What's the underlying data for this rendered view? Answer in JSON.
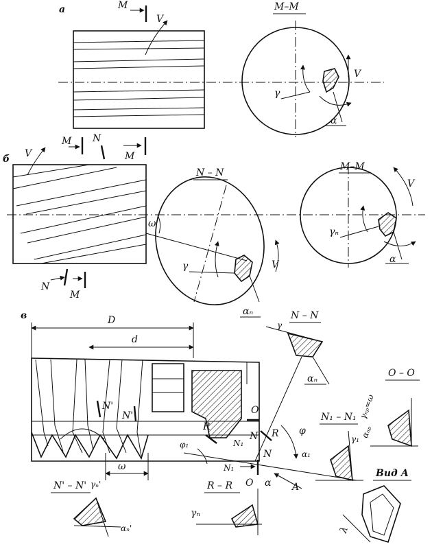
{
  "panels": {
    "a": "а",
    "b": "б",
    "v": "в"
  },
  "section_titles": {
    "a_MM": "M–M",
    "b_NN": "N – N",
    "b_MM": "M–M",
    "v_NN": "N – N",
    "v_OO": "O – O",
    "v_N1N1": "N₁ – N₁",
    "v_RR": "R – R",
    "v_N2N2": "N' – N'",
    "v_view": "Вид А"
  },
  "section_marks": {
    "M": "M",
    "N": "N",
    "O": "O",
    "R": "R",
    "N1": "N₁",
    "Nprime": "N'",
    "A": "A"
  },
  "dimensions": {
    "D": "D",
    "d": "d"
  },
  "angles": {
    "V": "V",
    "omega": "ω",
    "gamma": "γ",
    "alpha": "α",
    "gamma_n": "γₙ",
    "alpha_N": "αₙ",
    "gamma_1": "γ₁",
    "alpha_1": "α₁",
    "phi": "φ",
    "phi_1": "φ₁",
    "lambda": "λ",
    "gamma_Nprime": "γₙ'",
    "alpha_Nprime": "αₙ'",
    "gamma_np_eq": "γₙₚ=ω",
    "alpha_np": "αₙₚ"
  }
}
